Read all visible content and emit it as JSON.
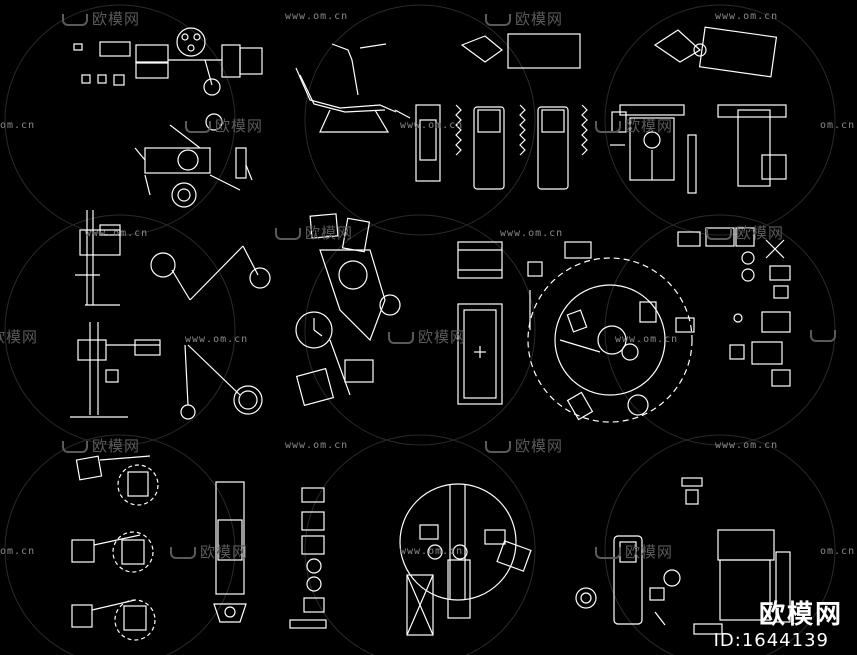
{
  "watermark_brand": "欧模网",
  "watermark_url": "www.om.cn",
  "watermark_partial_url": "om.cn",
  "corner_brand": "欧模网",
  "corner_id": "ID:1644139",
  "colors": {
    "background": "#000000",
    "line": "#ffffff",
    "watermark": "#5a5a5a"
  }
}
